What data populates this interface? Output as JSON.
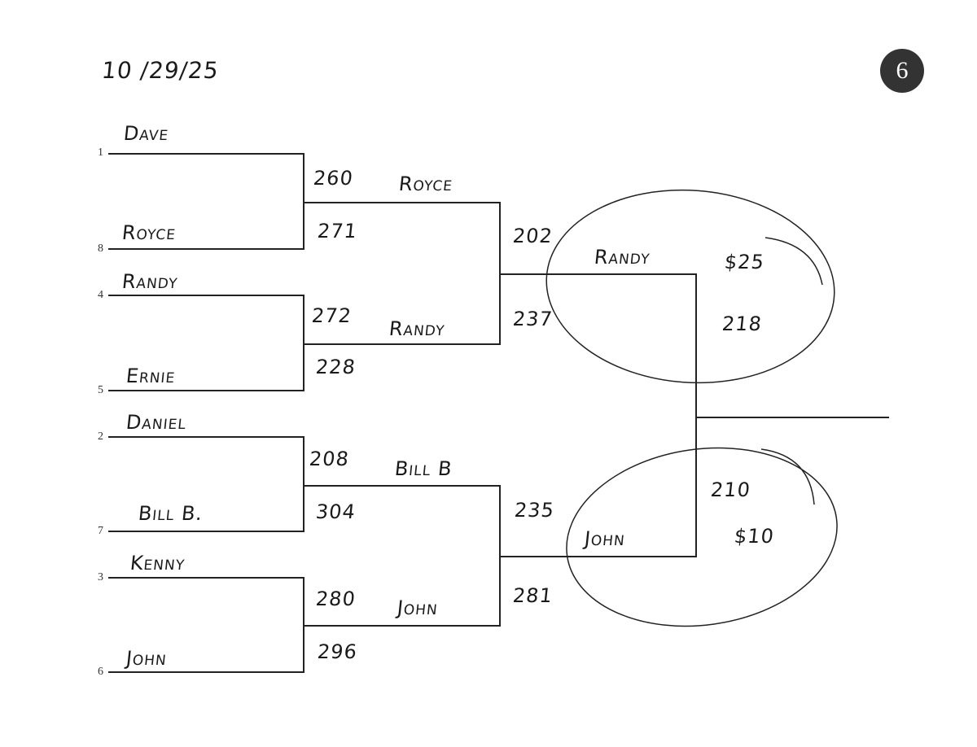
{
  "date": "10 /29/25",
  "page_badge": "6",
  "round1": [
    {
      "seed": "1",
      "name": "Dave",
      "score": "260"
    },
    {
      "seed": "8",
      "name": "Royce",
      "score": "271"
    },
    {
      "seed": "4",
      "name": "Randy",
      "score": "272"
    },
    {
      "seed": "5",
      "name": "Ernie",
      "score": "228"
    },
    {
      "seed": "2",
      "name": "Daniel",
      "score": "208"
    },
    {
      "seed": "7",
      "name": "Bill B.",
      "score": "304"
    },
    {
      "seed": "3",
      "name": "Kenny",
      "score": "280"
    },
    {
      "seed": "6",
      "name": "John",
      "score": "296"
    }
  ],
  "round2": [
    {
      "name": "Royce",
      "score": "202"
    },
    {
      "name": "Randy",
      "score": "237"
    },
    {
      "name": "Bill B",
      "score": "235"
    },
    {
      "name": "John",
      "score": "281"
    }
  ],
  "round3": [
    {
      "name": "Randy",
      "score": "218",
      "prize": "$25"
    },
    {
      "name": "John",
      "score": "210",
      "prize": "$10"
    }
  ]
}
